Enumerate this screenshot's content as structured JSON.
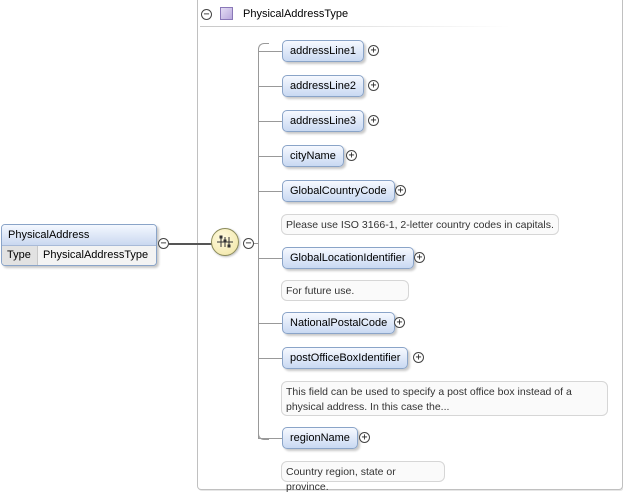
{
  "root": {
    "name": "PhysicalAddress",
    "type_key": "Type",
    "type_value": "PhysicalAddressType"
  },
  "complex_type": {
    "name": "PhysicalAddressType"
  },
  "toggles": {
    "minus": "−",
    "plus": "+"
  },
  "children": [
    {
      "name": "addressLine1"
    },
    {
      "name": "addressLine2"
    },
    {
      "name": "addressLine3"
    },
    {
      "name": "cityName"
    },
    {
      "name": "GlobalCountryCode",
      "note": "Please use ISO 3166-1, 2-letter country codes in capitals."
    },
    {
      "name": "GlobalLocationIdentifier",
      "note": "For future use."
    },
    {
      "name": "NationalPostalCode"
    },
    {
      "name": "postOfficeBoxIdentifier",
      "note_line1": "This field can be used to specify a post office box instead of a",
      "note_line2": "physical address. In this case the..."
    },
    {
      "name": "regionName",
      "note": "Country region, state or province."
    }
  ],
  "colors": {
    "element_fill": "#c9d9f2",
    "element_border": "#8aa4c8",
    "type_icon": "#b9a9dc",
    "compositor": "#f0e4a0"
  },
  "icons": {
    "type": "complex-type-icon",
    "compositor": "sequence-compositor-icon"
  }
}
